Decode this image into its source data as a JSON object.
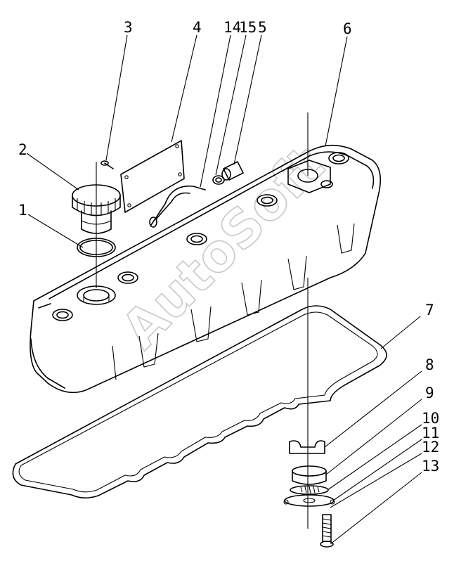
{
  "diagram": {
    "watermark": "AutoSoft",
    "callouts": [
      "1",
      "2",
      "3",
      "4",
      "14",
      "15",
      "5",
      "6",
      "7",
      "8",
      "9",
      "10",
      "11",
      "12",
      "13"
    ]
  }
}
